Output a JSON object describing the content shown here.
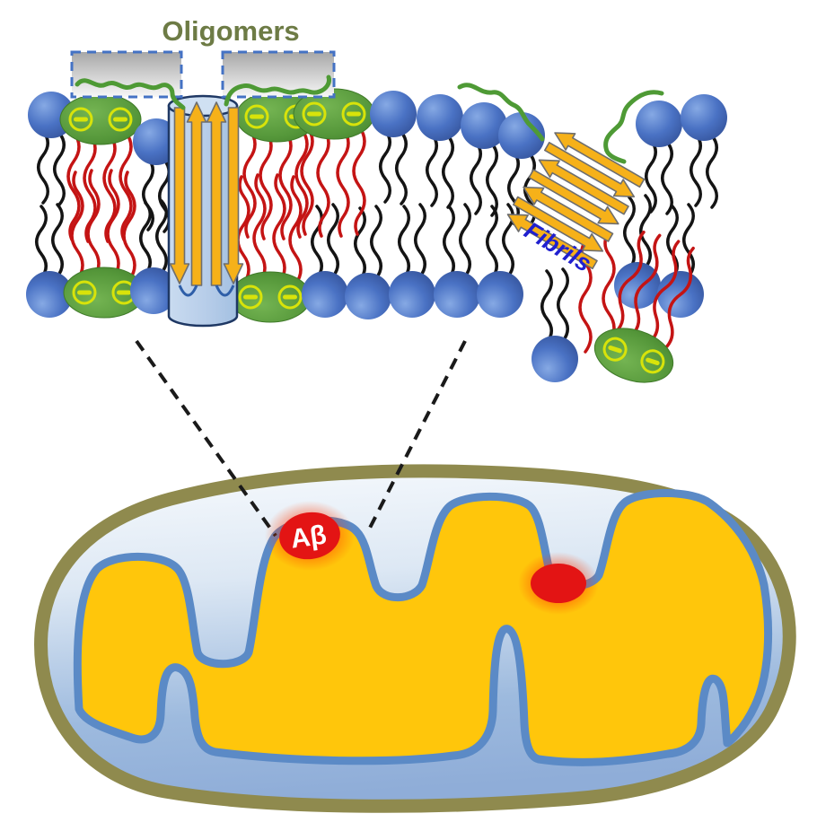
{
  "labels": {
    "oligomers": "Oligomers",
    "fibrils": "Fibrils",
    "abeta": "Aβ"
  },
  "colors": {
    "oligomers_text": "#6d7b45",
    "fibrils_text": "#2020cf",
    "abeta_text": "#ffffff",
    "abeta_red": "#e31414",
    "lipid_head_blue": "#4a72c4",
    "cardiolipin_green": "#5a9e3c",
    "charge_yellow": "#d8e30a",
    "tail_black": "#141414",
    "tail_red": "#c41414",
    "pore_fill": "#b7cde9",
    "pore_outline": "#1f3864",
    "beta_arrow_gold": "#f6b119",
    "arrow_outline": "#6e6e6e",
    "box_border": "#4472c4",
    "peptide_green": "#4e9a35",
    "membrane_olive": "#8f8a4e",
    "matrix_yellow": "#ffc60b",
    "inner_membrane_blue": "#5b8ac6",
    "lumen_blue": "#a9c2e2",
    "dash_black": "#1a1a1a"
  }
}
